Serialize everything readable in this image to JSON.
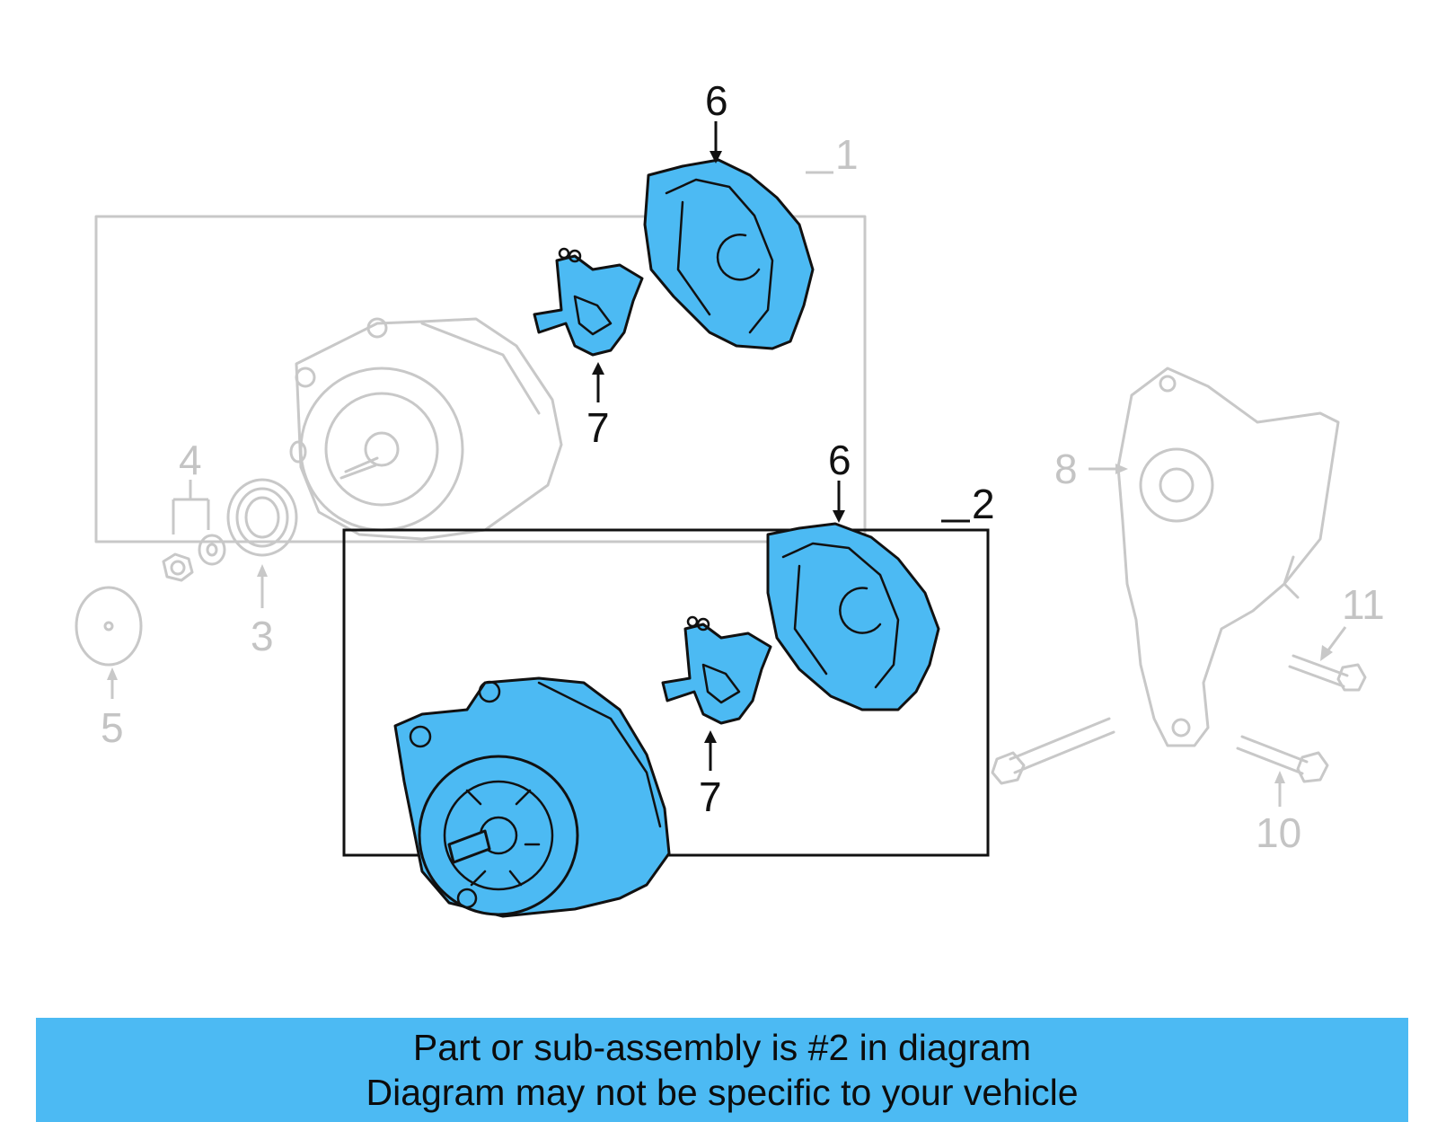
{
  "callouts": {
    "c1": "1",
    "c2": "2",
    "c3": "3",
    "c4": "4",
    "c5": "5",
    "c6_top": "6",
    "c6_bottom": "6",
    "c7_top": "7",
    "c7_bottom": "7",
    "c8": "8",
    "c10": "10",
    "c11": "11"
  },
  "footer": {
    "line1": "Part or sub-assembly is #2 in diagram",
    "line2": "Diagram may not be specific to your vehicle"
  },
  "colors": {
    "highlight": "#4cbaf3",
    "faded": "#c8c8c8",
    "outline": "#111111"
  }
}
